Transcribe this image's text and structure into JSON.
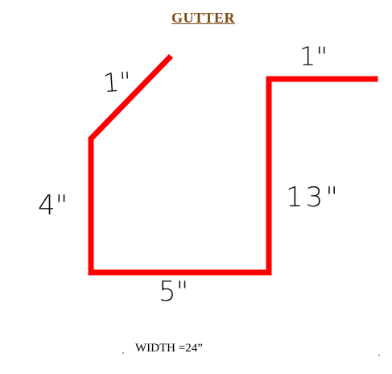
{
  "title": "GUTTER",
  "dimensions": {
    "left_slope": "1\"",
    "top_right": "1\"",
    "left_side": "4\"",
    "right_side": "13\"",
    "bottom": "5\""
  },
  "width_note": "WIDTH  =24”",
  "colors": {
    "profile_line": "#ff0000",
    "title": "#7a4a12",
    "label": "#111111"
  }
}
